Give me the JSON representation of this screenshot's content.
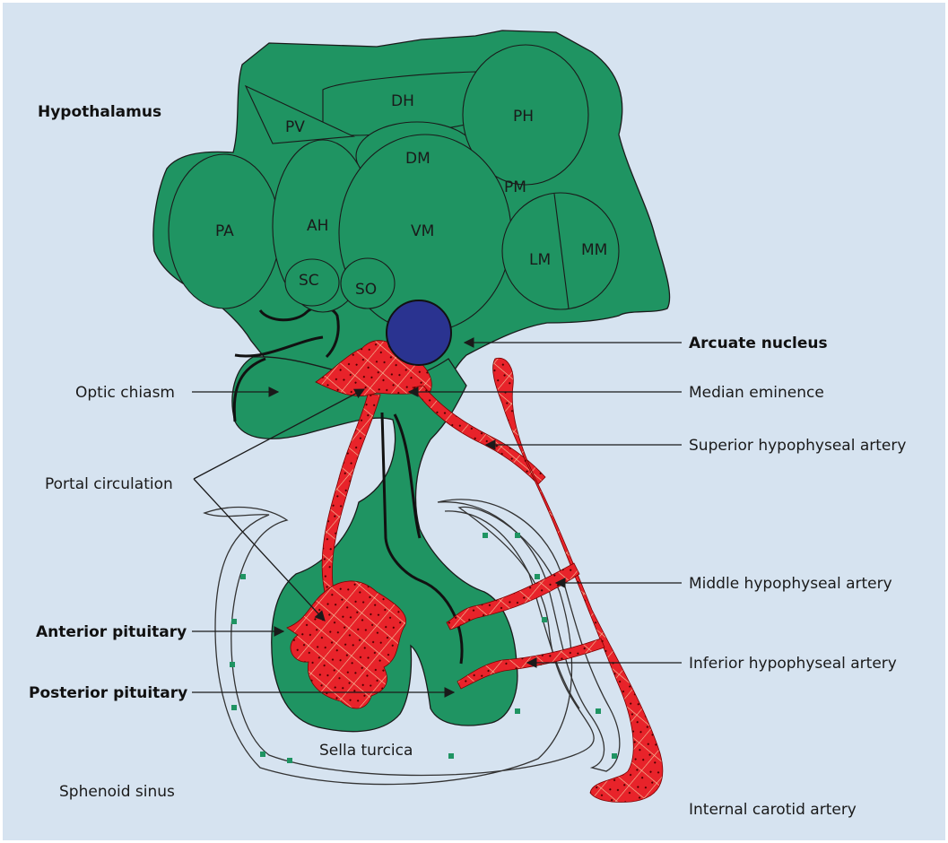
{
  "colors": {
    "background": "#d6e3f0",
    "tissue": "#1f9462",
    "vessel": "#e8232a",
    "arcuate": "#2a3390",
    "outline": "#1a1a1a"
  },
  "title": "Hypothalamus",
  "nuclei": {
    "pv": "PV",
    "dh": "DH",
    "ph": "PH",
    "dm": "DM",
    "pm": "PM",
    "pa": "PA",
    "ah": "AH",
    "vm": "VM",
    "lm": "LM",
    "mm": "MM",
    "sc": "SC",
    "so": "SO"
  },
  "labels": {
    "arcuate_nucleus": "Arcuate nucleus",
    "optic_chiasm": "Optic chiasm",
    "median_eminence": "Median eminence",
    "superior_hypophyseal_artery": "Superior hypophyseal artery",
    "portal_circulation": "Portal circulation",
    "middle_hypophyseal_artery": "Middle hypophyseal artery",
    "anterior_pituitary": "Anterior pituitary",
    "inferior_hypophyseal_artery": "Inferior hypophyseal artery",
    "posterior_pituitary": "Posterior pituitary",
    "sella_turcica": "Sella turcica",
    "sphenoid_sinus": "Sphenoid sinus",
    "internal_carotid_artery": "Internal carotid artery"
  }
}
